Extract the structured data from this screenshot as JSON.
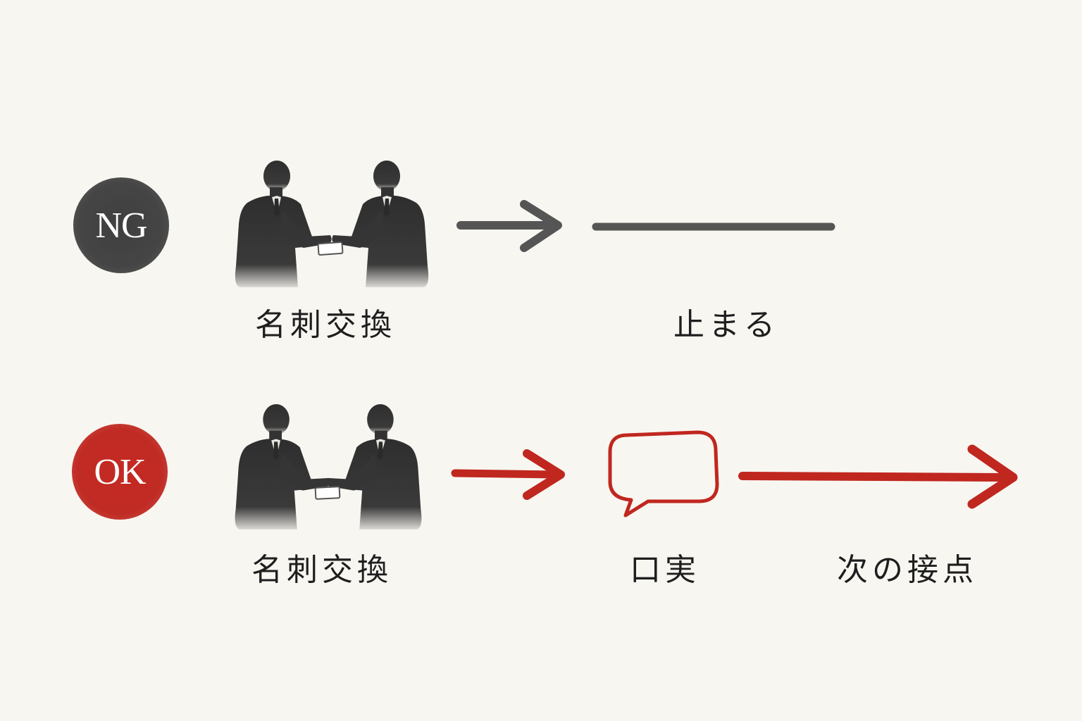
{
  "colors": {
    "background": "#f8f6f1",
    "ng": "#444444",
    "ok": "#c0271f",
    "text": "#1e1e1e"
  },
  "ng_row": {
    "badge": "NG",
    "step1_label": "名刺交換",
    "step2_label": "止まる",
    "icons": [
      "handshake-business-card-icon",
      "arrow-right-icon",
      "flat-line-icon"
    ]
  },
  "ok_row": {
    "badge": "OK",
    "step1_label": "名刺交換",
    "step2_label": "口実",
    "step3_label": "次の接点",
    "icons": [
      "handshake-business-card-icon",
      "arrow-right-icon",
      "speech-bubble-icon",
      "long-arrow-right-icon"
    ]
  }
}
